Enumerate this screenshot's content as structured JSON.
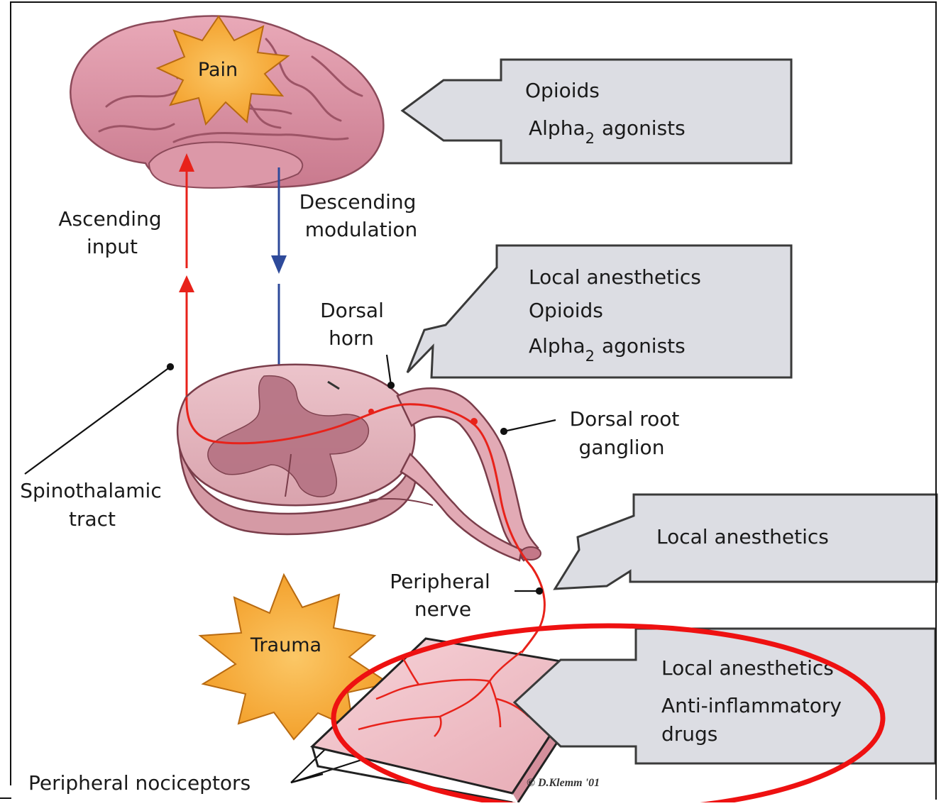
{
  "labels": {
    "pain": "Pain",
    "trauma": "Trauma",
    "ascending_input": [
      "Ascending",
      "input"
    ],
    "descending_modulation": [
      "Descending",
      "modulation"
    ],
    "dorsal_horn": [
      "Dorsal",
      "horn"
    ],
    "dorsal_root_ganglion": [
      "Dorsal root",
      "ganglion"
    ],
    "spinothalamic_tract": [
      "Spinothalamic",
      "tract"
    ],
    "peripheral_nerve": [
      "Peripheral",
      "nerve"
    ],
    "peripheral_nociceptors": "Peripheral nociceptors",
    "credit": "© D.Klemm '01"
  },
  "drug_boxes": {
    "brain": {
      "line1": "Opioids",
      "line2_main": "Alpha",
      "line2_sub": "2",
      "line2_rest": "agonists"
    },
    "spinal": {
      "line1": "Local anesthetics",
      "line2": "Opioids",
      "line3_main": "Alpha",
      "line3_sub": "2",
      "line3_rest": "agonists"
    },
    "nerve": {
      "line1": "Local anesthetics"
    },
    "periphery": {
      "line1": "Local anesthetics",
      "line2": "Anti-inflammatory",
      "line3": "drugs"
    }
  },
  "colors": {
    "box_fill": "#dcdde3",
    "box_stroke": "#3a3a3a",
    "ascending_arrow": "#e8221a",
    "descending_arrow": "#2e4a9a",
    "burst_fill": "#f6a32a",
    "tissue_pink": "#e7b6bf",
    "highlight_ellipse": "#ee1111"
  }
}
